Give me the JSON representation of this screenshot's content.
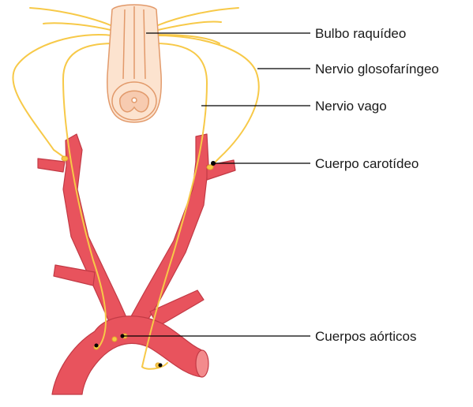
{
  "labels": {
    "medulla": "Bulbo raquídeo",
    "glossopharyngeal": "Nervio glosofaríngeo",
    "vagus": "Nervio vago",
    "carotid_body": "Cuerpo carotídeo",
    "aortic_bodies": "Cuerpos aórticos"
  },
  "colors": {
    "artery": "#e8535d",
    "artery_dark": "#c23a45",
    "artery_light": "#f38b8d",
    "nerve": "#f7c948",
    "nerve_dark": "#e3a82b",
    "medulla_fill": "#fce3cf",
    "medulla_stroke": "#e29a6b",
    "leader": "#000000"
  }
}
